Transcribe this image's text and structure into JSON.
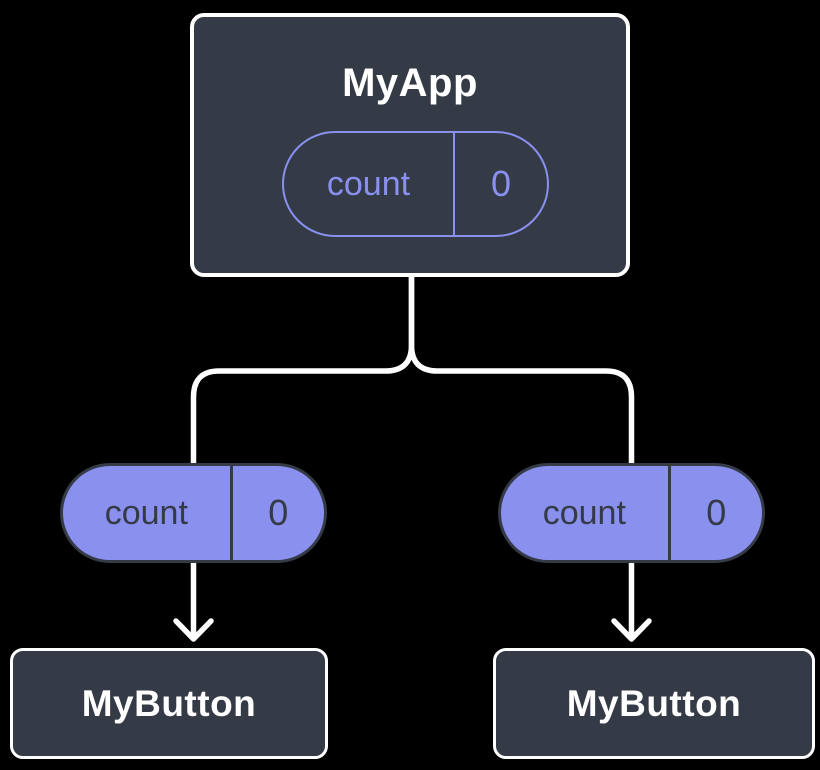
{
  "diagram": {
    "description": "component-tree-state-diagram",
    "root": {
      "title": "MyApp",
      "state_pill": {
        "name": "count",
        "value": "0"
      }
    },
    "edges": {
      "root_to_left_pill": "branch",
      "root_to_right_pill": "branch",
      "left_pill_to_child": "arrow",
      "right_pill_to_child": "arrow"
    },
    "prop_pill_left": {
      "name": "count",
      "value": "0"
    },
    "prop_pill_right": {
      "name": "count",
      "value": "0"
    },
    "child_left": {
      "title": "MyButton"
    },
    "child_right": {
      "title": "MyButton"
    },
    "colors": {
      "background": "#000000",
      "node_fill": "#343a46",
      "node_border": "#ffffff",
      "title_text": "#ffffff",
      "purple": "#8a90ee",
      "purple_outline": "#8a90f0",
      "pill_dark_text": "#343a46",
      "connector": "#ffffff"
    }
  }
}
